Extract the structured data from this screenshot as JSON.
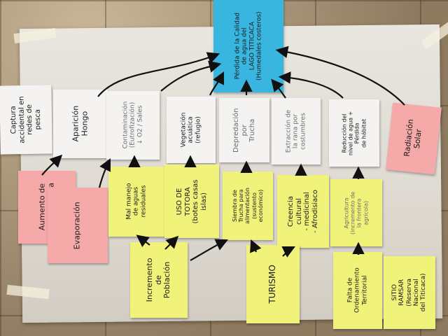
{
  "central": {
    "text": "Pérdida de la Calidad de agua del\nLAGO TITICACA\n(Humedales costeros)"
  },
  "causes_row": [
    {
      "id": "captura",
      "text": "Captura\naccidental en redes de\npesca"
    },
    {
      "id": "hongo",
      "text": "Aparición\nHongo"
    },
    {
      "id": "contaminacion",
      "text": "Contaminación\n(Eutrofización)\n↓ O2 / Sales"
    },
    {
      "id": "vegetacion",
      "text": "Vegetación acuática\n(refugio)"
    },
    {
      "id": "depredacion",
      "text": "Depredación\npor\nTrucha"
    },
    {
      "id": "extraccion",
      "text": "Extracción de\nla rana por\ncostumbres"
    },
    {
      "id": "reduccion",
      "text": "Reducción del\nnivel de agua + Pérdida\nde hábitat"
    },
    {
      "id": "radiacion",
      "text": "Radiación\nSolar"
    }
  ],
  "drivers_row": [
    {
      "id": "temperatura",
      "text": "Aumento de\ntemperatura"
    },
    {
      "id": "evaporacion",
      "text": "Evaporación"
    },
    {
      "id": "aguas",
      "text": "Mal manejo\nde aguas\nresiduales"
    },
    {
      "id": "totora",
      "text": "USO DE\nTOTORA\n(botes casas\nislas)"
    },
    {
      "id": "siembra",
      "text": "Siembra de\nTrucha para\nalimentación\n(sustento económico)"
    },
    {
      "id": "creencia",
      "text": "Creencia\ncultural\n- medicinal\n- Afrodisiaco"
    },
    {
      "id": "agricultura",
      "text": "Agricultura\n(incremento de\nla frontera\nagrícola)"
    }
  ],
  "roots_row": [
    {
      "id": "poblacion",
      "text": "Incremento\nde\nPoblación"
    },
    {
      "id": "turismo",
      "text": "TURISMO"
    },
    {
      "id": "ordenamiento",
      "text": "Falta de\nOrdenamiento\nTerritorial"
    },
    {
      "id": "ramsar",
      "text": "SITIO\nRAMSAR\n(Reserva Nacional\ndel Titicaca)"
    }
  ],
  "colors": {
    "white": "#f4f3f1",
    "pink": "#f6a9a9",
    "yellow": "#f1f27a",
    "blue": "#39b6df",
    "ink": "#111111"
  }
}
